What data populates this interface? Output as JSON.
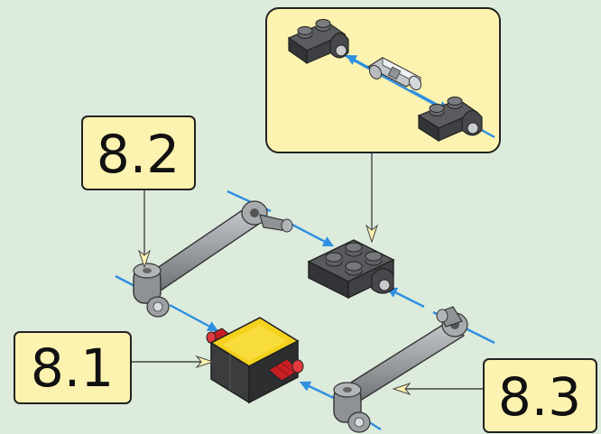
{
  "colors": {
    "background": "#dcebdc",
    "callout_fill": "#fdf3b0",
    "callout_border": "#222222",
    "arrow_blue": "#2f8fe0",
    "beam_gray": "#9a9ea2",
    "plate_dark": "#4a4b4d",
    "brick_yellow": "#f3d11c",
    "brick_dark": "#3b3c3e",
    "pin_red": "#d6262b",
    "pin_gray": "#b7bbbf"
  },
  "steps": {
    "step_1": "8.1",
    "step_2": "8.2",
    "step_3": "8.3"
  },
  "icons": {
    "beam_top": "angled-beam-icon",
    "beam_bottom": "angled-beam-icon",
    "plate_main": "2x2-plate-icon",
    "motor_brick": "motor-brick-icon",
    "inset_connector_pin": "connector-pin-icon"
  }
}
